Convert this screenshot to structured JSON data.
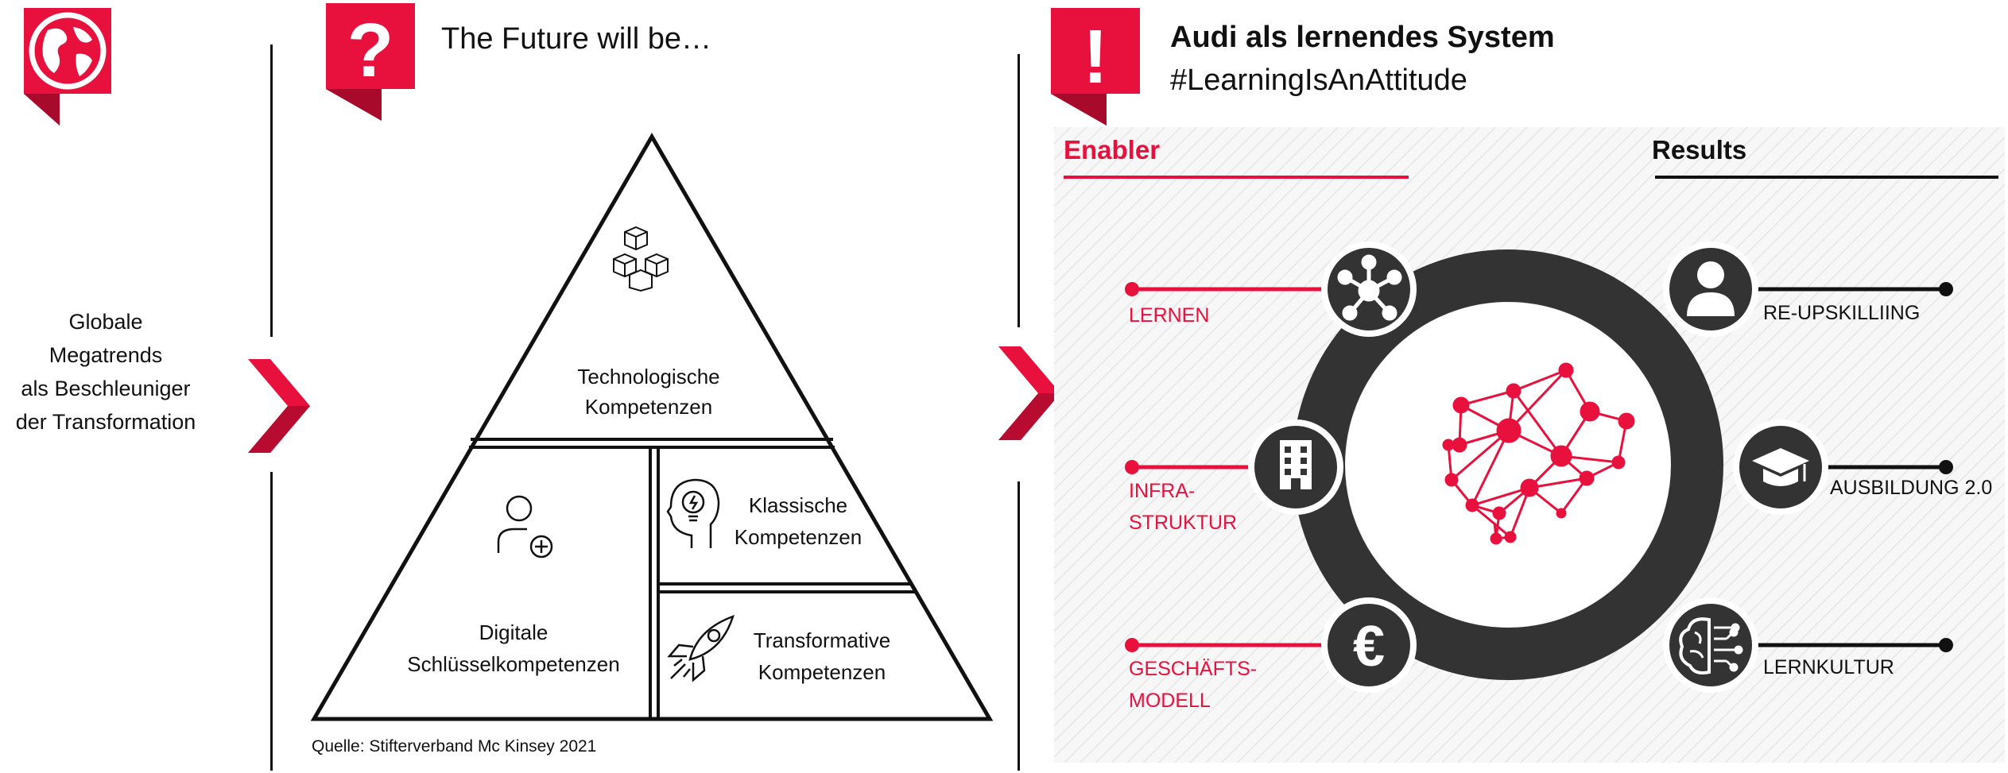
{
  "colors": {
    "accent": "#e8103c",
    "dark": "#333333",
    "text": "#111111"
  },
  "left": {
    "icon": "globe-icon",
    "lines": [
      "Globale",
      "Megatrends",
      "als Beschleuniger",
      "der Transformation"
    ]
  },
  "middle": {
    "icon": "question-mark-icon",
    "title": "The Future will be…",
    "pyramid": {
      "top": {
        "line1": "Technologische",
        "line2": "Kompetenzen",
        "icon": "cubes-icon"
      },
      "bottom_left": {
        "line1": "Digitale",
        "line2": "Schlüsselkompetenzen",
        "icon": "user-add-icon"
      },
      "middle_right": {
        "line1": "Klassische",
        "line2": "Kompetenzen",
        "icon": "head-lightbulb-icon"
      },
      "bottom_right": {
        "line1": "Transformative",
        "line2": "Kompetenzen",
        "icon": "rocket-icon"
      }
    },
    "source": "Quelle: Stifterverband Mc Kinsey 2021"
  },
  "right": {
    "icon": "exclamation-icon",
    "title": "Audi als lernendes System",
    "hashtag": "#LearningIsAnAttitude",
    "enabler_heading": "Enabler",
    "results_heading": "Results",
    "center_icon": "brain-network-icon",
    "enablers": [
      {
        "line1": "LERNEN",
        "line2": "",
        "icon": "network-hub-icon"
      },
      {
        "line1": "INFRA-",
        "line2": "STRUKTUR",
        "icon": "building-icon"
      },
      {
        "line1": "GESCHÄFTS-",
        "line2": "MODELL",
        "icon": "euro-icon"
      }
    ],
    "results": [
      {
        "label": "RE-UPSKILLIING",
        "icon": "person-icon"
      },
      {
        "label": "AUSBILDUNG 2.0",
        "icon": "graduation-cap-icon"
      },
      {
        "label": "LERNKULTUR",
        "icon": "brain-circuit-icon"
      }
    ]
  }
}
